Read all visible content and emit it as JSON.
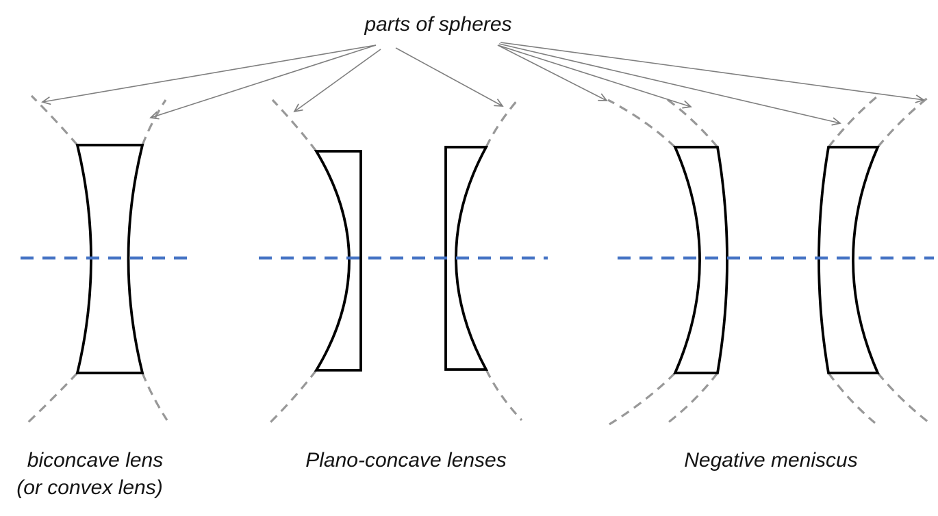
{
  "title": "parts of spheres",
  "captions": {
    "biconcave": "biconcave lens",
    "biconcave_alt": "(or convex lens)",
    "plano_concave": "Plano-concave lenses",
    "negative_meniscus": "Negative meniscus"
  },
  "lenses": [
    "biconcave lens",
    "plano-concave lens (flat side right)",
    "plano-concave lens (flat side left)",
    "negative meniscus lens (left)",
    "negative meniscus lens (right)"
  ],
  "colors": {
    "axis": "#4472C4",
    "sphere_arc": "#989898",
    "arrow": "#7F7F7F",
    "lens_stroke": "#000000",
    "text": "#141414",
    "background": "#FFFFFF"
  }
}
